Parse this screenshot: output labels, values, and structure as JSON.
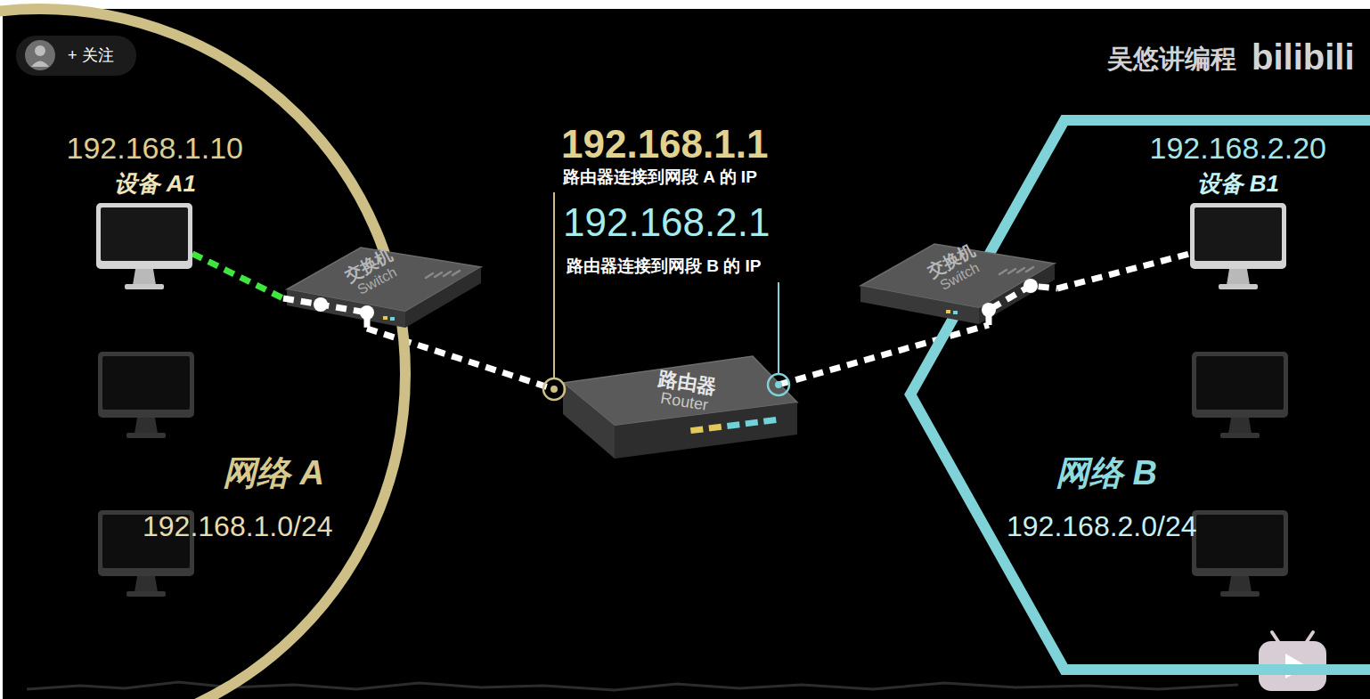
{
  "diagram": {
    "nodes": [
      {
        "text": [
          "网络 A",
          "192.168.1.0/24"
        ]
      },
      {
        "text": [
          "192.168.1.10",
          "设备 A1"
        ],
        "in": 0
      },
      {
        "text": [
          "交换机",
          "Switch"
        ]
      },
      {
        "text": [
          "路由器",
          "Router"
        ]
      },
      {
        "text": [
          "网络 B",
          "192.168.2.0/24"
        ]
      },
      {
        "text": [
          "192.168.2.20",
          "设备 B1"
        ],
        "in": 4
      },
      {
        "text": [
          "交换机",
          "Switch"
        ]
      }
    ],
    "edges": [
      {
        "from": 1,
        "to": 2,
        "arrow": "none"
      },
      {
        "from": 2,
        "to": 3,
        "arrow": "none"
      },
      {
        "from": 3,
        "to": 6,
        "arrow": "none"
      },
      {
        "from": 6,
        "to": 5,
        "arrow": "none"
      }
    ],
    "labels": [
      "+ 关注",
      "吴悠讲编程",
      "bilibili",
      "192.168.1.1",
      "路由器连接到网段 A 的 IP",
      "192.168.2.1",
      "路由器连接到网段 B 的 IP"
    ]
  }
}
